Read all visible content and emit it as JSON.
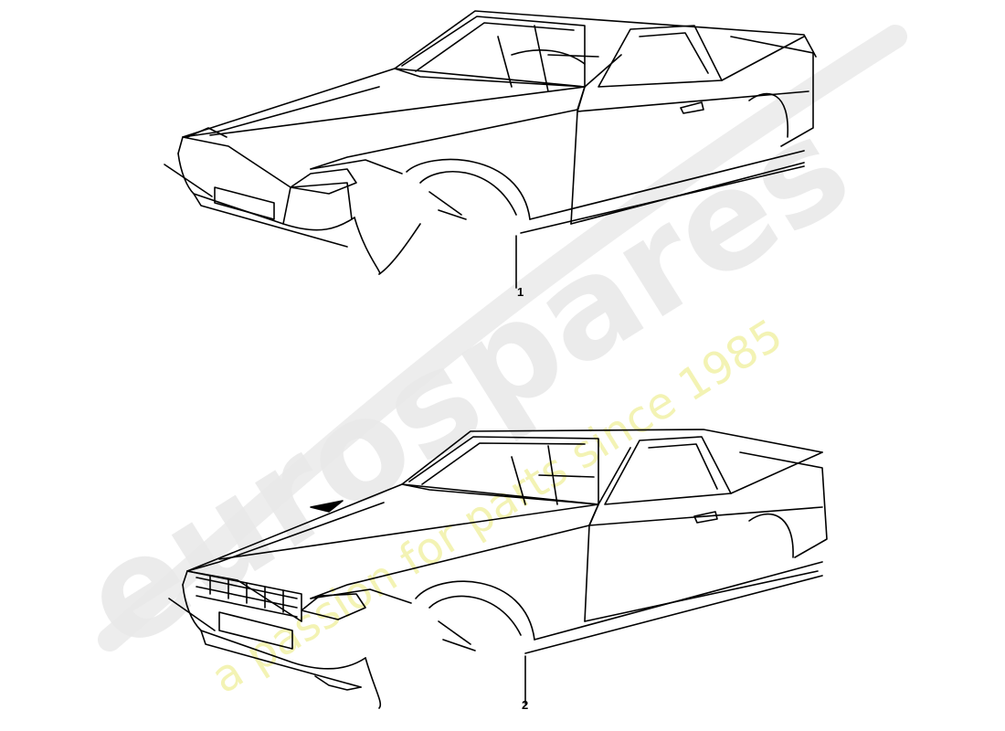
{
  "watermark": {
    "brand": "eurospares",
    "tagline": "a passion for parts since 1985",
    "brand_color": "#e6e6e6",
    "tagline_color": "#f3f3b4"
  },
  "callouts": [
    {
      "label": "1"
    },
    {
      "label": "2"
    }
  ],
  "colors": {
    "line": "#000000",
    "background": "#ffffff"
  }
}
